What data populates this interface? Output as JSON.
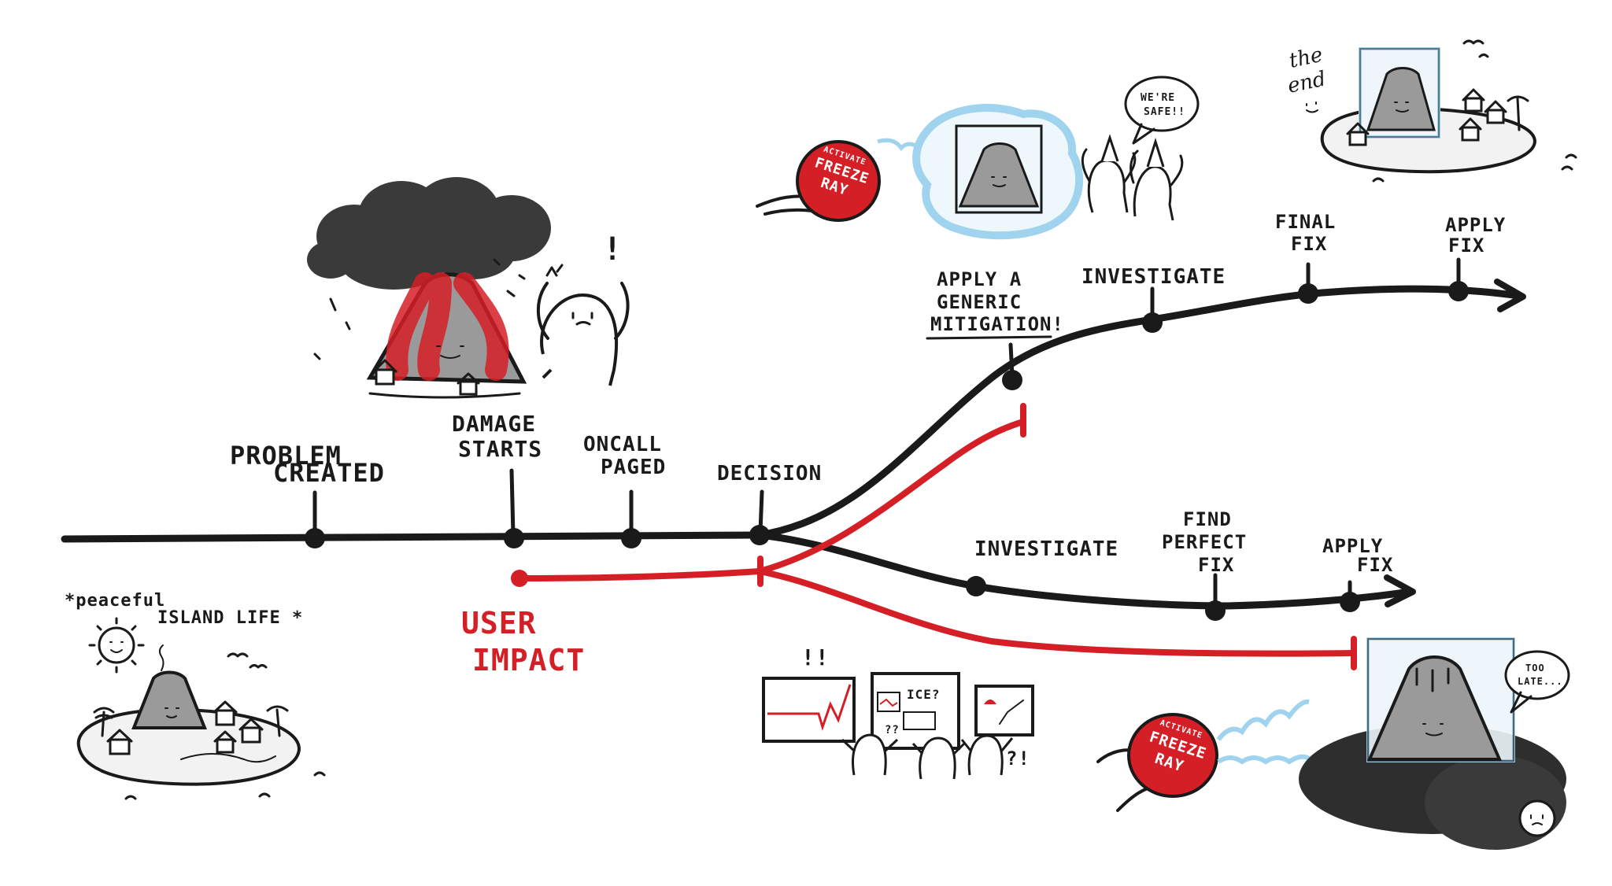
{
  "main_timeline": {
    "problem_created": [
      "PROBLEM",
      "CREATED"
    ],
    "damage_starts": [
      "DAMAGE",
      "STARTS"
    ],
    "oncall_paged": [
      "ONCALL",
      "PAGED"
    ],
    "decision": "DECISION"
  },
  "upper_branch": {
    "apply_generic_mitigation": [
      "APPLY A",
      "GENERIC",
      "MITIGATION!"
    ],
    "investigate": "INVESTIGATE",
    "final_fix": [
      "FINAL",
      "FIX"
    ],
    "apply_fix": [
      "APPLY",
      "FIX"
    ]
  },
  "lower_branch": {
    "investigate": "INVESTIGATE",
    "find_perfect_fix": [
      "FIND",
      "PERFECT",
      "FIX"
    ],
    "apply_fix": [
      "APPLY",
      "FIX"
    ]
  },
  "user_impact": [
    "USER",
    "IMPACT"
  ],
  "island": {
    "caption_1": "*peaceful",
    "caption_2": "ISLAND LIFE *"
  },
  "freeze_button_top": {
    "small": "ACTIVATE",
    "line1": "FREEZE",
    "line2": "RAY"
  },
  "freeze_button_bottom": {
    "small": "ACTIVATE",
    "line1": "FREEZE",
    "line2": "RAY"
  },
  "speech_safe": [
    "WE'RE",
    "SAFE!!"
  ],
  "speech_late": [
    "TOO",
    "LATE..."
  ],
  "the_end": [
    "the",
    "end"
  ],
  "exclaim": "!",
  "screens": {
    "exclaim": "!!",
    "ice": "ICE?",
    "qq": "??",
    "huh": "?!"
  },
  "colors": {
    "ink": "#1a1a1a",
    "impact": "#d51f26",
    "ice": "#9fd3ee",
    "smoke": "#3a3a3a"
  }
}
